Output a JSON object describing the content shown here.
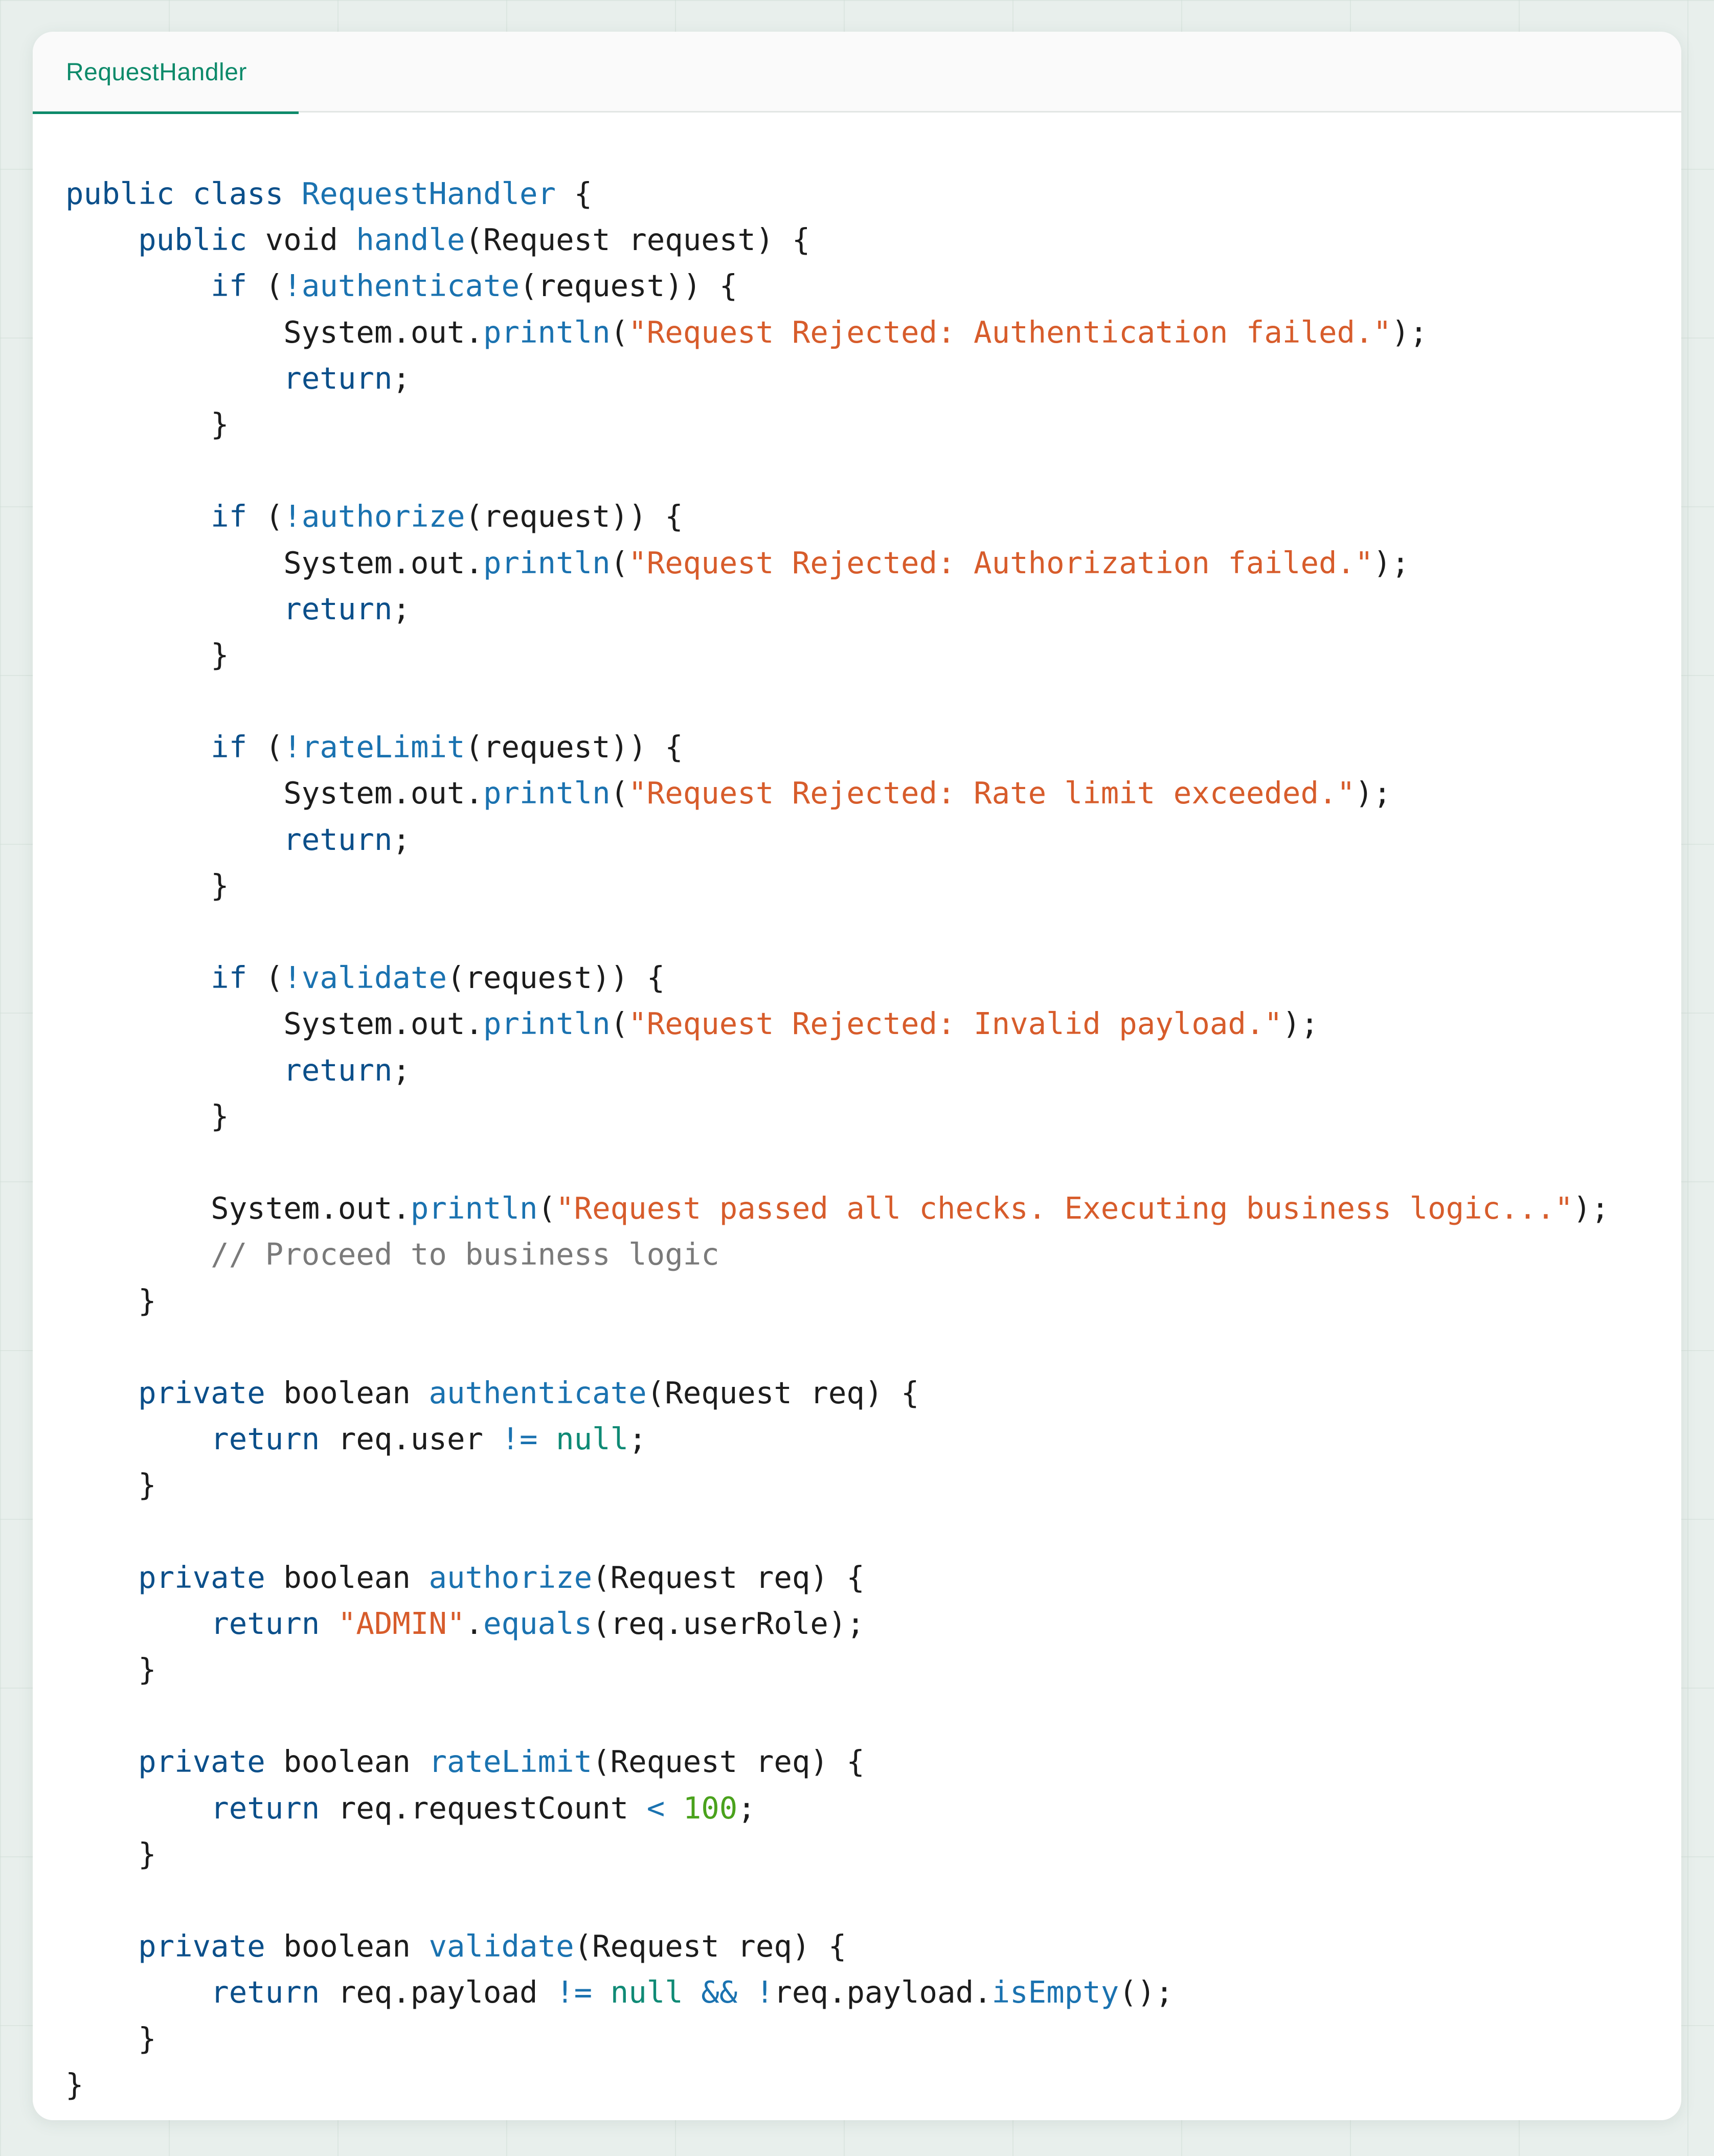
{
  "editor": {
    "tab_label": "RequestHandler",
    "language": "java",
    "colors": {
      "accent": "#0d8a6a",
      "keyword": "#0b4f8a",
      "function": "#1a72b0",
      "string": "#d75c2b",
      "number": "#4aa21c",
      "literal": "#0f8a75",
      "comment": "#7a7a7a",
      "plain": "#1c1c1c"
    }
  },
  "code_lines": [
    [
      [
        "kw",
        "public class "
      ],
      [
        "fn",
        "RequestHandler"
      ],
      [
        "pl",
        " {"
      ]
    ],
    [
      [
        "pl",
        "    "
      ],
      [
        "kw",
        "public "
      ],
      [
        "pl",
        "void "
      ],
      [
        "fn",
        "handle"
      ],
      [
        "pl",
        "(Request request) {"
      ]
    ],
    [
      [
        "pl",
        "        "
      ],
      [
        "kw",
        "if "
      ],
      [
        "pl",
        "("
      ],
      [
        "op",
        "!"
      ],
      [
        "fn",
        "authenticate"
      ],
      [
        "pl",
        "(request)) {"
      ]
    ],
    [
      [
        "pl",
        "            System.out."
      ],
      [
        "fn",
        "println"
      ],
      [
        "pl",
        "("
      ],
      [
        "str",
        "\"Request Rejected: Authentication failed.\""
      ],
      [
        "pl",
        ");"
      ]
    ],
    [
      [
        "pl",
        "            "
      ],
      [
        "kw",
        "return"
      ],
      [
        "pl",
        ";"
      ]
    ],
    [
      [
        "pl",
        "        }"
      ]
    ],
    [
      [
        "pl",
        ""
      ]
    ],
    [
      [
        "pl",
        "        "
      ],
      [
        "kw",
        "if "
      ],
      [
        "pl",
        "("
      ],
      [
        "op",
        "!"
      ],
      [
        "fn",
        "authorize"
      ],
      [
        "pl",
        "(request)) {"
      ]
    ],
    [
      [
        "pl",
        "            System.out."
      ],
      [
        "fn",
        "println"
      ],
      [
        "pl",
        "("
      ],
      [
        "str",
        "\"Request Rejected: Authorization failed.\""
      ],
      [
        "pl",
        ");"
      ]
    ],
    [
      [
        "pl",
        "            "
      ],
      [
        "kw",
        "return"
      ],
      [
        "pl",
        ";"
      ]
    ],
    [
      [
        "pl",
        "        }"
      ]
    ],
    [
      [
        "pl",
        ""
      ]
    ],
    [
      [
        "pl",
        "        "
      ],
      [
        "kw",
        "if "
      ],
      [
        "pl",
        "("
      ],
      [
        "op",
        "!"
      ],
      [
        "fn",
        "rateLimit"
      ],
      [
        "pl",
        "(request)) {"
      ]
    ],
    [
      [
        "pl",
        "            System.out."
      ],
      [
        "fn",
        "println"
      ],
      [
        "pl",
        "("
      ],
      [
        "str",
        "\"Request Rejected: Rate limit exceeded.\""
      ],
      [
        "pl",
        ");"
      ]
    ],
    [
      [
        "pl",
        "            "
      ],
      [
        "kw",
        "return"
      ],
      [
        "pl",
        ";"
      ]
    ],
    [
      [
        "pl",
        "        }"
      ]
    ],
    [
      [
        "pl",
        ""
      ]
    ],
    [
      [
        "pl",
        "        "
      ],
      [
        "kw",
        "if "
      ],
      [
        "pl",
        "("
      ],
      [
        "op",
        "!"
      ],
      [
        "fn",
        "validate"
      ],
      [
        "pl",
        "(request)) {"
      ]
    ],
    [
      [
        "pl",
        "            System.out."
      ],
      [
        "fn",
        "println"
      ],
      [
        "pl",
        "("
      ],
      [
        "str",
        "\"Request Rejected: Invalid payload.\""
      ],
      [
        "pl",
        ");"
      ]
    ],
    [
      [
        "pl",
        "            "
      ],
      [
        "kw",
        "return"
      ],
      [
        "pl",
        ";"
      ]
    ],
    [
      [
        "pl",
        "        }"
      ]
    ],
    [
      [
        "pl",
        ""
      ]
    ],
    [
      [
        "pl",
        "        System.out."
      ],
      [
        "fn",
        "println"
      ],
      [
        "pl",
        "("
      ],
      [
        "str",
        "\"Request passed all checks. Executing business logic...\""
      ],
      [
        "pl",
        ");"
      ]
    ],
    [
      [
        "pl",
        "        "
      ],
      [
        "cm",
        "// Proceed to business logic"
      ]
    ],
    [
      [
        "pl",
        "    }"
      ]
    ],
    [
      [
        "pl",
        ""
      ]
    ],
    [
      [
        "pl",
        "    "
      ],
      [
        "kw",
        "private "
      ],
      [
        "pl",
        "boolean "
      ],
      [
        "fn",
        "authenticate"
      ],
      [
        "pl",
        "(Request req) {"
      ]
    ],
    [
      [
        "pl",
        "        "
      ],
      [
        "kw",
        "return "
      ],
      [
        "pl",
        "req.user "
      ],
      [
        "op",
        "!= "
      ],
      [
        "lit",
        "null"
      ],
      [
        "pl",
        ";"
      ]
    ],
    [
      [
        "pl",
        "    }"
      ]
    ],
    [
      [
        "pl",
        ""
      ]
    ],
    [
      [
        "pl",
        "    "
      ],
      [
        "kw",
        "private "
      ],
      [
        "pl",
        "boolean "
      ],
      [
        "fn",
        "authorize"
      ],
      [
        "pl",
        "(Request req) {"
      ]
    ],
    [
      [
        "pl",
        "        "
      ],
      [
        "kw",
        "return "
      ],
      [
        "str",
        "\"ADMIN\""
      ],
      [
        "pl",
        "."
      ],
      [
        "fn",
        "equals"
      ],
      [
        "pl",
        "(req.userRole);"
      ]
    ],
    [
      [
        "pl",
        "    }"
      ]
    ],
    [
      [
        "pl",
        ""
      ]
    ],
    [
      [
        "pl",
        "    "
      ],
      [
        "kw",
        "private "
      ],
      [
        "pl",
        "boolean "
      ],
      [
        "fn",
        "rateLimit"
      ],
      [
        "pl",
        "(Request req) {"
      ]
    ],
    [
      [
        "pl",
        "        "
      ],
      [
        "kw",
        "return "
      ],
      [
        "pl",
        "req.requestCount "
      ],
      [
        "op",
        "< "
      ],
      [
        "num",
        "100"
      ],
      [
        "pl",
        ";"
      ]
    ],
    [
      [
        "pl",
        "    }"
      ]
    ],
    [
      [
        "pl",
        ""
      ]
    ],
    [
      [
        "pl",
        "    "
      ],
      [
        "kw",
        "private "
      ],
      [
        "pl",
        "boolean "
      ],
      [
        "fn",
        "validate"
      ],
      [
        "pl",
        "(Request req) {"
      ]
    ],
    [
      [
        "pl",
        "        "
      ],
      [
        "kw",
        "return "
      ],
      [
        "pl",
        "req.payload "
      ],
      [
        "op",
        "!= "
      ],
      [
        "lit",
        "null "
      ],
      [
        "op",
        "&& !"
      ],
      [
        "pl",
        "req.payload."
      ],
      [
        "fn",
        "isEmpty"
      ],
      [
        "pl",
        "();"
      ]
    ],
    [
      [
        "pl",
        "    }"
      ]
    ],
    [
      [
        "pl",
        "}"
      ]
    ]
  ]
}
